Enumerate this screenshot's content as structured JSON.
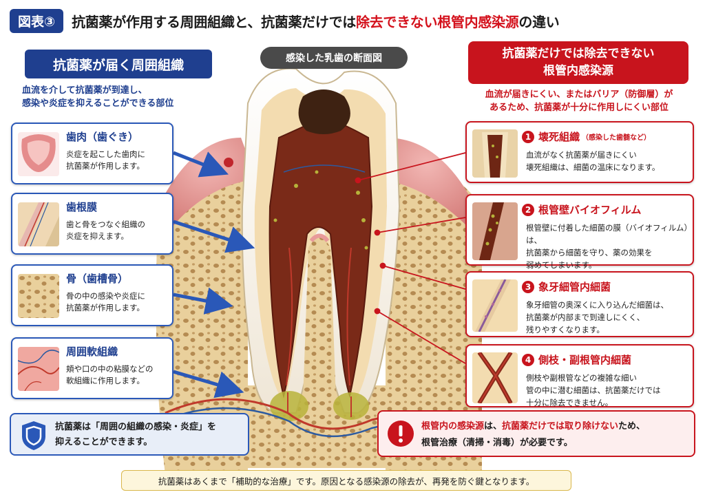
{
  "header": {
    "tag": "図表③",
    "title_part1": "抗菌薬が作用する周囲組織と、抗菌薬だけでは",
    "title_highlight": "除去できない根管内感染源",
    "title_part3": "の違い"
  },
  "left_section": {
    "title": "抗菌薬が届く周囲組織",
    "subtitle_line1": "血流を介して抗菌薬が到達し、",
    "subtitle_line2": "感染や炎症を抑えることができる部位",
    "cards": [
      {
        "title": "歯肉（歯ぐき）",
        "desc_line1": "炎症を起こした歯肉に",
        "desc_line2": "抗菌薬が作用します。"
      },
      {
        "title": "歯根膜",
        "desc_line1": "歯と骨をつなぐ組織の",
        "desc_line2": "炎症を抑えます。"
      },
      {
        "title": "骨（歯槽骨）",
        "desc_line1": "骨の中の感染や炎症に",
        "desc_line2": "抗菌薬が作用します。"
      },
      {
        "title": "周囲軟組織",
        "desc_line1": "頬や口の中の粘膜などの",
        "desc_line2": "軟組織に作用します。"
      }
    ]
  },
  "center_label": "感染した乳歯の断面図",
  "right_section": {
    "title_line1": "抗菌薬だけでは除去できない",
    "title_line2": "根管内感染源",
    "subtitle_line1": "血流が届きにくい、またはバリア（防御層）が",
    "subtitle_line2": "あるため、抗菌薬が十分に作用しにくい部位",
    "cards": [
      {
        "num": "1",
        "title": "壊死組織",
        "note": "（感染した歯髄など）",
        "desc": [
          "血流がなく抗菌薬が届きにくい",
          "壊死組織は、細菌の温床になります。"
        ]
      },
      {
        "num": "2",
        "title": "根管壁バイオフィルム",
        "note": "",
        "desc": [
          "根管壁に付着した細菌の膜（バイオフィルム）は、",
          "抗菌薬から細菌を守り、薬の効果を",
          "弱めてしまいます。"
        ]
      },
      {
        "num": "3",
        "title": "象牙細管内細菌",
        "note": "",
        "desc": [
          "象牙細管の奥深くに入り込んだ細菌は、",
          "抗菌薬が内部まで到達しにくく、",
          "残りやすくなります。"
        ]
      },
      {
        "num": "4",
        "title": "側枝・副根管内細菌",
        "note": "",
        "desc": [
          "側枝や副根管などの複雑な細い",
          "管の中に潜む細菌は、抗菌薬だけでは",
          "十分に除去できません。"
        ]
      }
    ]
  },
  "bottom_left": {
    "line1": "抗菌薬は「周囲の組織の感染・炎症」を",
    "line2": "抑えることができます。"
  },
  "bottom_right": {
    "hl1": "根管内の感染源",
    "mid1": "は、",
    "hl2": "抗菌薬だけでは取り除けない",
    "end1": "ため、",
    "line2": "根管治療（清掃・消毒）が必要です。"
  },
  "footer": "抗菌薬はあくまで「補助的な治療」です。原因となる感染源の除去が、再発を防ぐ鍵となります。",
  "colors": {
    "blue": "#1f3f8f",
    "red": "#c8141d",
    "gum": "#e8a0a0",
    "bone": "#e8cf9a",
    "dentin": "#f4e0b8",
    "pulp": "#8a2a1a"
  },
  "icons": {
    "bottom_left": "shield-icon",
    "bottom_right": "exclamation-icon"
  }
}
